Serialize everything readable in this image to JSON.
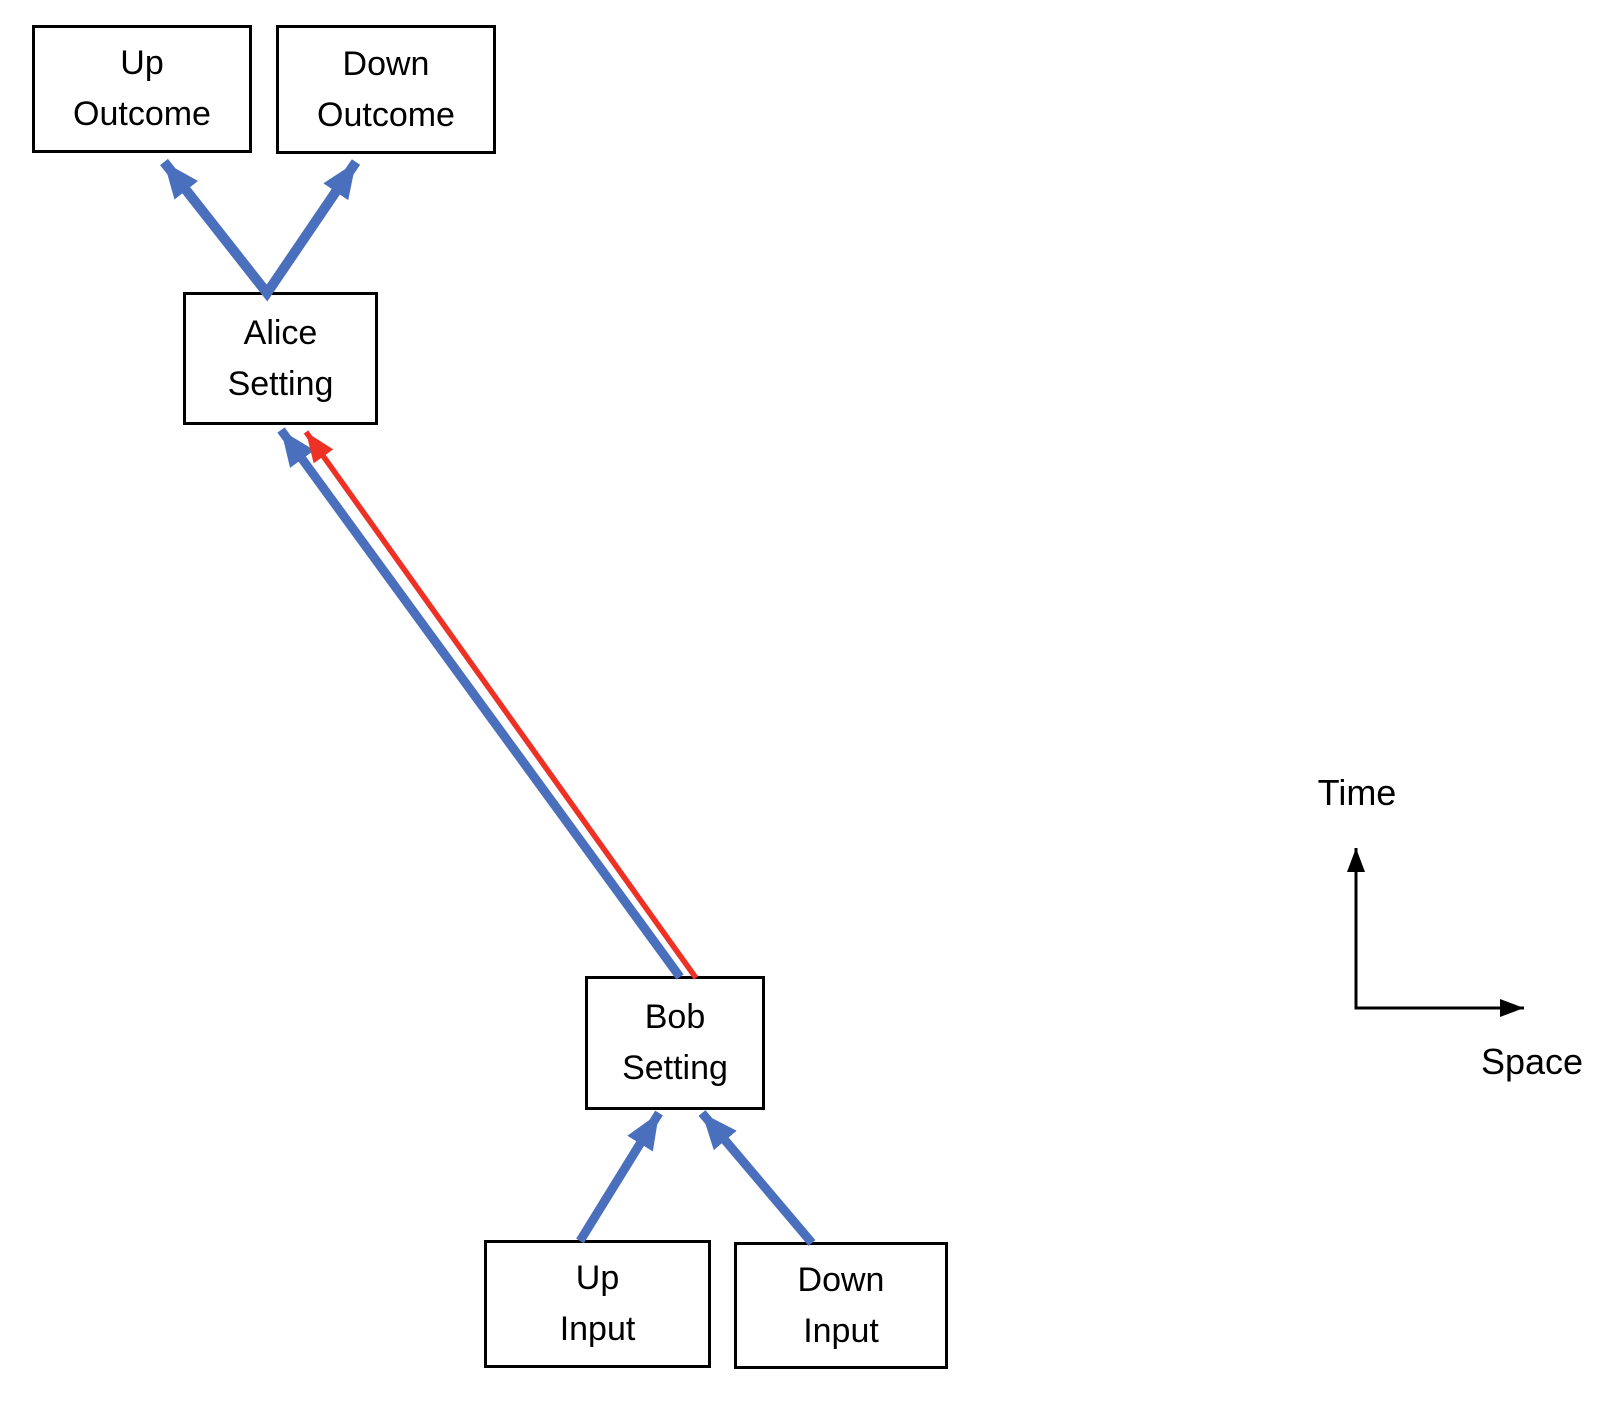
{
  "diagram": {
    "description": "causal structure diagram on a spacetime background",
    "nodes": {
      "up_outcome": {
        "line1": "Up",
        "line2": "Outcome"
      },
      "down_outcome": {
        "line1": "Down",
        "line2": "Outcome"
      },
      "alice_setting": {
        "line1": "Alice",
        "line2": "Setting"
      },
      "bob_setting": {
        "line1": "Bob",
        "line2": "Setting"
      },
      "up_input": {
        "line1": "Up",
        "line2": "Input"
      },
      "down_input": {
        "line1": "Down",
        "line2": "Input"
      }
    },
    "edges": [
      {
        "from": "alice_setting",
        "to": "up_outcome",
        "color": "blue"
      },
      {
        "from": "alice_setting",
        "to": "down_outcome",
        "color": "blue"
      },
      {
        "from": "bob_setting",
        "to": "alice_setting",
        "color": "blue"
      },
      {
        "from": "bob_setting",
        "to": "alice_setting",
        "color": "red"
      },
      {
        "from": "up_input",
        "to": "bob_setting",
        "color": "blue"
      },
      {
        "from": "down_input",
        "to": "bob_setting",
        "color": "blue"
      }
    ],
    "axes": {
      "vertical_label": "Time",
      "horizontal_label": "Space"
    },
    "colors": {
      "blue": "#4a6fbd",
      "red": "#ed3124",
      "black": "#000000"
    }
  }
}
